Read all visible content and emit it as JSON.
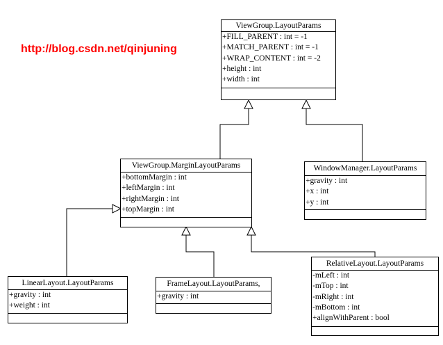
{
  "watermark": "http://blog.csdn.net/qinjuning",
  "classes": {
    "viewgroup_layoutparams": {
      "name": "ViewGroup.LayoutParams",
      "attributes": [
        "+FILL_PARENT : int = -1",
        "+MATCH_PARENT : int = -1",
        "+WRAP_CONTENT : int = -2",
        "+height : int",
        "+width : int"
      ]
    },
    "margin_layoutparams": {
      "name": "ViewGroup.MarginLayoutParams",
      "attributes": [
        "+bottomMargin : int",
        "+leftMargin : int",
        "+rightMargin : int",
        "+topMargin : int"
      ]
    },
    "windowmanager_layoutparams": {
      "name": "WindowManager.LayoutParams",
      "attributes": [
        "+gravity : int",
        "+x : int",
        "+y : int"
      ]
    },
    "linearlayout_layoutparams": {
      "name": "LinearLayout.LayoutParams",
      "attributes": [
        "+gravity : int",
        "+weight : int"
      ]
    },
    "framelayout_layoutparams": {
      "name": "FrameLayout.LayoutParams,",
      "attributes": [
        "+gravity : int"
      ]
    },
    "relativelayout_layoutparams": {
      "name": "RelativeLayout.LayoutParams",
      "attributes": [
        "-mLeft : int",
        "-mTop : int",
        "-mRight : int",
        "-mBottom : int",
        "+alignWithParent : bool"
      ]
    }
  },
  "relations": [
    {
      "from": "ViewGroup.MarginLayoutParams",
      "to": "ViewGroup.LayoutParams",
      "type": "inheritance"
    },
    {
      "from": "WindowManager.LayoutParams",
      "to": "ViewGroup.LayoutParams",
      "type": "inheritance"
    },
    {
      "from": "LinearLayout.LayoutParams",
      "to": "ViewGroup.MarginLayoutParams",
      "type": "inheritance"
    },
    {
      "from": "FrameLayout.LayoutParams,",
      "to": "ViewGroup.MarginLayoutParams",
      "type": "inheritance"
    },
    {
      "from": "RelativeLayout.LayoutParams",
      "to": "ViewGroup.MarginLayoutParams",
      "type": "inheritance"
    }
  ]
}
